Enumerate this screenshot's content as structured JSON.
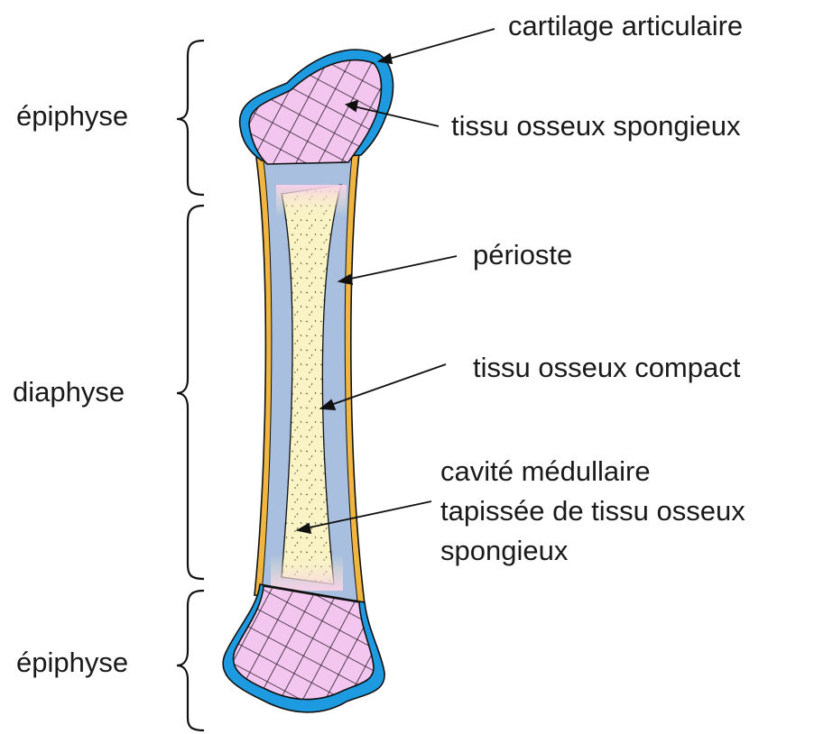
{
  "regions": {
    "epiphyse_top": "épiphyse",
    "diaphyse": "diaphyse",
    "epiphyse_bottom": "épiphyse"
  },
  "labels": {
    "cartilage": "cartilage articulaire",
    "spongy": "tissu osseux spongieux",
    "periosteum": "périoste",
    "compact": "tissu osseux compact",
    "cavity": [
      "cavité médullaire",
      "tapissée de tissu osseux",
      "spongieux"
    ]
  },
  "colors": {
    "cartilage": "#1e9be0",
    "spongy": "#f2c6ee",
    "compact": "#a9bfe0",
    "marrow": "#f9f3c6",
    "periosteum": "#f0b640",
    "outline": "#111111"
  }
}
